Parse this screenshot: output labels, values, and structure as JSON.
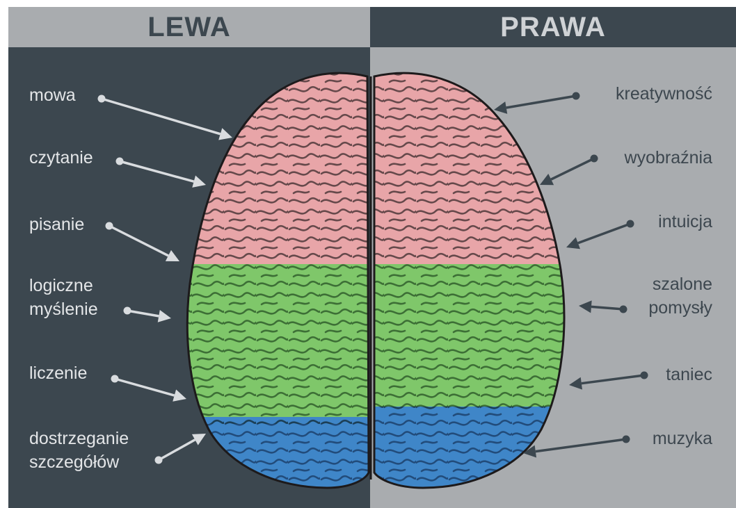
{
  "colors": {
    "left_panel_bg": "#3c474f",
    "right_panel_bg": "#a9acaf",
    "left_header_bg": "#a9acaf",
    "right_header_bg": "#3c474f",
    "left_header_text": "#3c474f",
    "right_header_text": "#cfd2d5",
    "arrow_left": "#d9dcdf",
    "arrow_right": "#3c474f",
    "brain_frontal": "#e8a5a8",
    "brain_middle": "#7fc76a",
    "brain_back": "#3f86c8"
  },
  "headers": {
    "left": "LEWA",
    "right": "PRAWA"
  },
  "left_labels": [
    {
      "lines": [
        "mowa"
      ]
    },
    {
      "lines": [
        "czytanie"
      ]
    },
    {
      "lines": [
        "pisanie"
      ]
    },
    {
      "lines": [
        "logiczne",
        "myślenie"
      ]
    },
    {
      "lines": [
        "liczenie"
      ]
    },
    {
      "lines": [
        "dostrzeganie",
        "szczegółów"
      ]
    }
  ],
  "right_labels": [
    {
      "lines": [
        "kreatywność"
      ]
    },
    {
      "lines": [
        "wyobraźnia"
      ]
    },
    {
      "lines": [
        "intuicja"
      ]
    },
    {
      "lines": [
        "szalone",
        "pomysły"
      ]
    },
    {
      "lines": [
        "taniec"
      ]
    },
    {
      "lines": [
        "muzyka"
      ]
    }
  ]
}
